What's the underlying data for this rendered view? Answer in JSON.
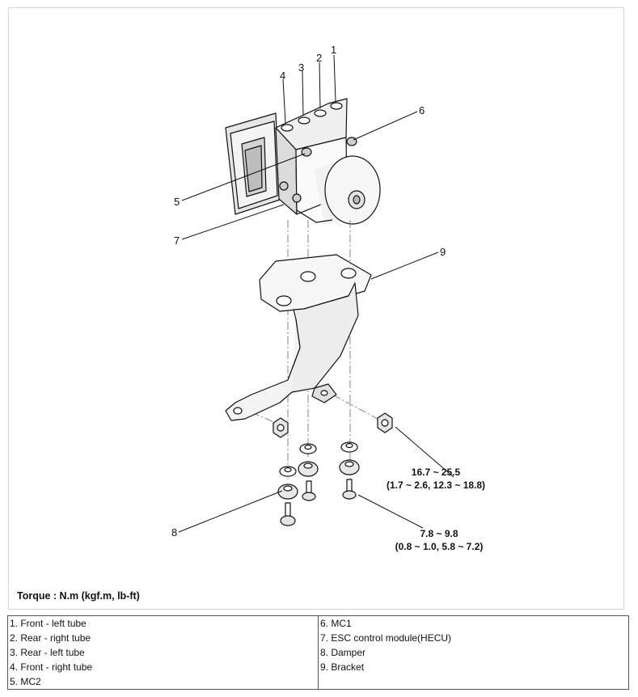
{
  "callouts": {
    "c1": "1",
    "c2": "2",
    "c3": "3",
    "c4": "4",
    "c5": "5",
    "c6": "6",
    "c7": "7",
    "c8": "8",
    "c9": "9"
  },
  "torque_specs": {
    "bracket_bolt_line1": "16.7 ~ 25.5",
    "bracket_bolt_line2": "(1.7 ~ 2.6, 12.3 ~ 18.8)",
    "hecu_bolt_line1": "7.8 ~ 9.8",
    "hecu_bolt_line2": "(0.8 ~ 1.0, 5.8 ~ 7.2)"
  },
  "torque_note": "Torque : N.m (kgf.m, lb-ft)",
  "legend": {
    "left": [
      "1. Front - left tube",
      "2. Rear - right tube",
      "3. Rear - left tube",
      "4. Front - right tube",
      "5. MC2"
    ],
    "right": [
      "6. MC1",
      "7. ESC control module(HECU)",
      "8. Damper",
      "9. Bracket"
    ]
  }
}
